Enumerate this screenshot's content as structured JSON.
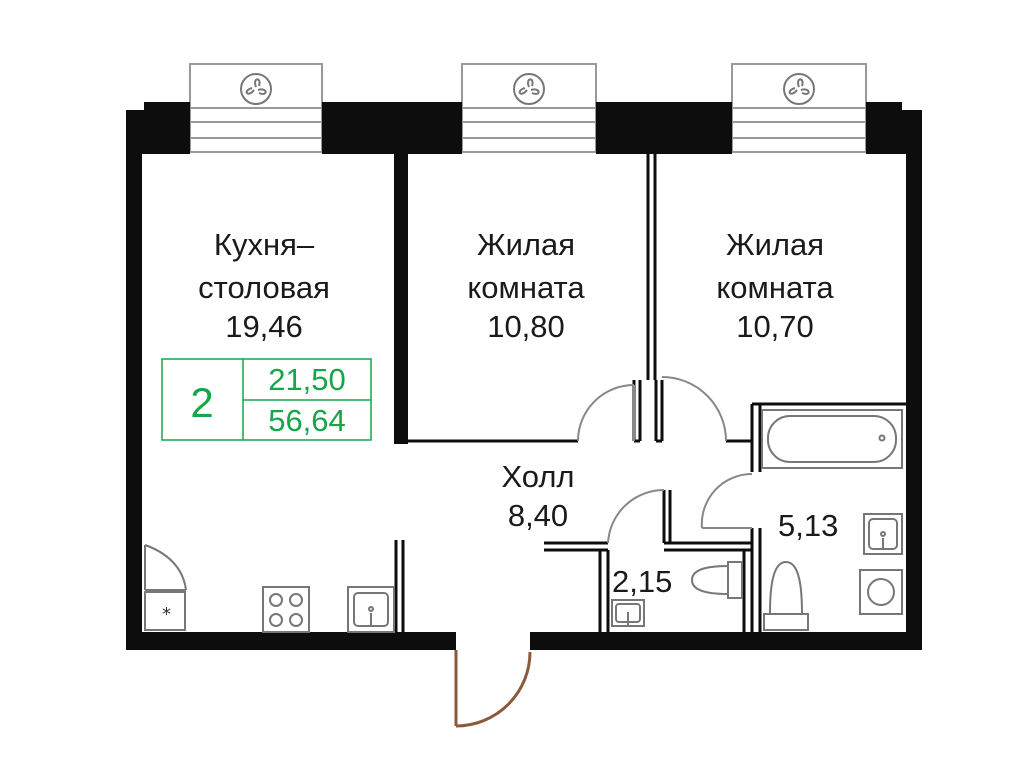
{
  "colors": {
    "wall": "#0d0d0d",
    "accent": "#16a64a",
    "entry_door": "#8b5a3c",
    "fixture": "#888888",
    "window_frame": "#9a9a9a"
  },
  "rooms": {
    "kitchen": {
      "name_line1": "Кухня–",
      "name_line2": "столовая",
      "area": "19,46"
    },
    "living1": {
      "name_line1": "Жилая",
      "name_line2": "комната",
      "area": "10,80"
    },
    "living2": {
      "name_line1": "Жилая",
      "name_line2": "комната",
      "area": "10,70"
    },
    "hall": {
      "name": "Холл",
      "area": "8,40"
    },
    "wc": {
      "area": "2,15"
    },
    "bathroom": {
      "area": "5,13"
    }
  },
  "summary": {
    "rooms_count": "2",
    "living_area": "21,50",
    "total_area": "56,64"
  },
  "icons": [
    "fan-icon",
    "stove-icon",
    "sink-icon",
    "toilet-icon",
    "bathtub-icon",
    "washing-machine-icon",
    "boiler-icon"
  ]
}
